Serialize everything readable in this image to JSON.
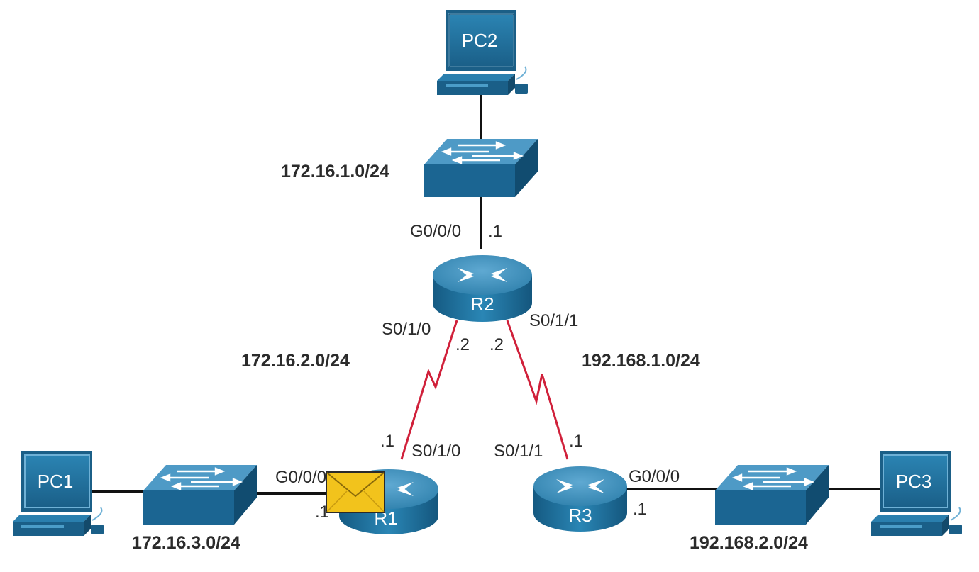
{
  "devices": {
    "pc1": "PC1",
    "pc2": "PC2",
    "pc3": "PC3",
    "r1": "R1",
    "r2": "R2",
    "r3": "R3"
  },
  "networks": {
    "lan_r2": "172.16.1.0/24",
    "wan_r1_r2": "172.16.2.0/24",
    "wan_r2_r3": "192.168.1.0/24",
    "lan_r1": "172.16.3.0/24",
    "lan_r3": "192.168.2.0/24"
  },
  "interfaces": {
    "r2_g000": "G0/0/0",
    "r2_g000_host": ".1",
    "r2_s010": "S0/1/0",
    "r2_s010_host": ".2",
    "r2_s011": "S0/1/1",
    "r2_s011_host": ".2",
    "r1_s010": "S0/1/0",
    "r1_s010_host": ".1",
    "r1_g000": "G0/0/0",
    "r1_g000_host": ".1",
    "r3_s011": "S0/1/1",
    "r3_s011_host": ".1",
    "r3_g000": "G0/0/0",
    "r3_g000_host": ".1"
  },
  "colors": {
    "device_top": "#5aa0c8",
    "device_body": "#1f6e99",
    "ethernet_link": "#111111",
    "serial_link": "#d0203a",
    "envelope": "#f2c31c"
  },
  "icons": {
    "packet": "envelope-icon",
    "router": "router-icon",
    "switch": "switch-icon",
    "pc": "pc-icon"
  }
}
